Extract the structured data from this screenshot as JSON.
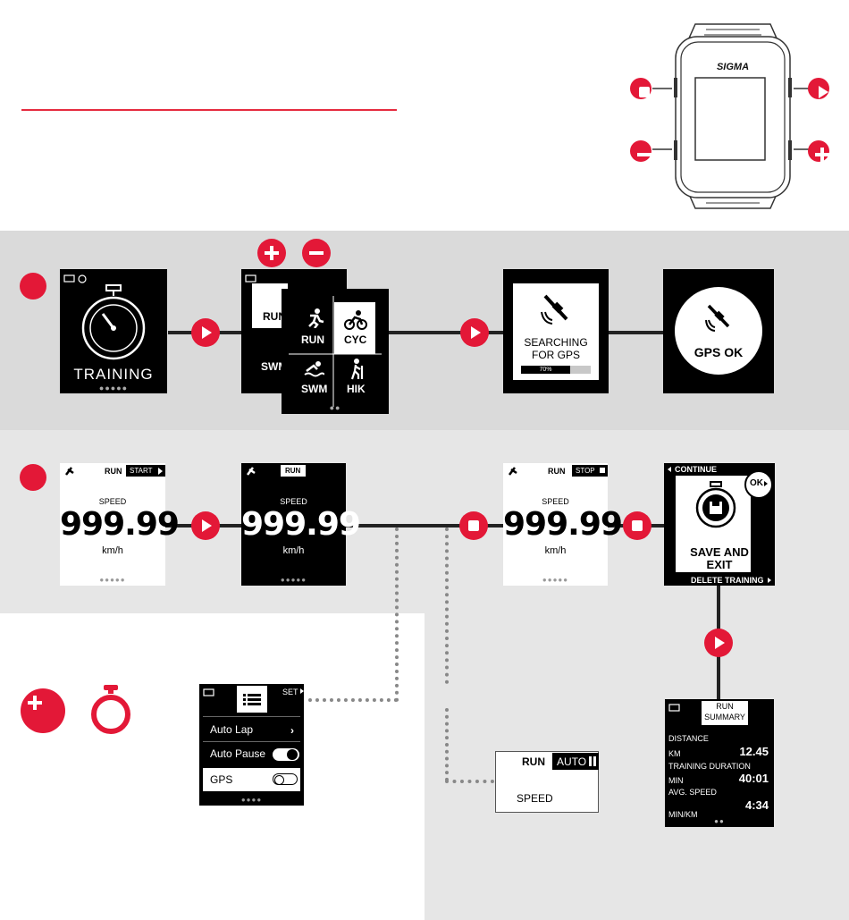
{
  "watch": {
    "brand": "SIGMA"
  },
  "step1": {
    "training_label": "TRAINING",
    "training_dots": "●●●●●",
    "sport_back": {
      "run": "RUN",
      "swm": "SWM"
    },
    "sport_front": {
      "run": "RUN",
      "cyc": "CYC",
      "swm": "SWM",
      "hik": "HIK",
      "dots": "●●"
    },
    "gps_search": {
      "line1": "SEARCHING",
      "line2": "FOR GPS",
      "progress_text": "70%",
      "progress": 0.7
    },
    "gps_ok": "GPS OK"
  },
  "step2": {
    "screen_a": {
      "sport": "RUN",
      "status": "START",
      "label": "SPEED",
      "value": "999.99",
      "unit": "km/h",
      "dots": "●●●●●"
    },
    "screen_b": {
      "sport": "RUN",
      "label": "SPEED",
      "value": "999.99",
      "unit": "km/h",
      "dots": "●●●●●"
    },
    "screen_c": {
      "sport": "RUN",
      "status": "STOP",
      "label": "SPEED",
      "value": "999.99",
      "unit": "km/h",
      "dots": "●●●●●"
    },
    "save": {
      "continue": "CONTINUE",
      "ok": "OK",
      "line1": "SAVE AND",
      "line2": "EXIT",
      "delete": "DELETE TRAINING"
    }
  },
  "settings": {
    "set": "SET",
    "items": [
      {
        "label": "Auto Lap",
        "control": "chevron"
      },
      {
        "label": "Auto Pause",
        "control": "toggle-on"
      },
      {
        "label": "GPS",
        "control": "toggle-off"
      }
    ],
    "dots": "●●●●"
  },
  "auto_screen": {
    "sport": "RUN",
    "mode": "AUTO",
    "label": "SPEED"
  },
  "summary": {
    "title1": "RUN",
    "title2": "SUMMARY",
    "rows": [
      {
        "label": "DISTANCE",
        "unit": "KM",
        "value": "12.45"
      },
      {
        "label": "TRAINING DURATION",
        "unit": "MIN",
        "value": "40:01"
      },
      {
        "label": "AVG. SPEED",
        "unit": "MIN/KM",
        "value": "4:34"
      }
    ],
    "dots": "●●"
  },
  "colors": {
    "accent": "#e31837",
    "band_dark": "#dadada",
    "band_light": "#e6e6e6"
  }
}
